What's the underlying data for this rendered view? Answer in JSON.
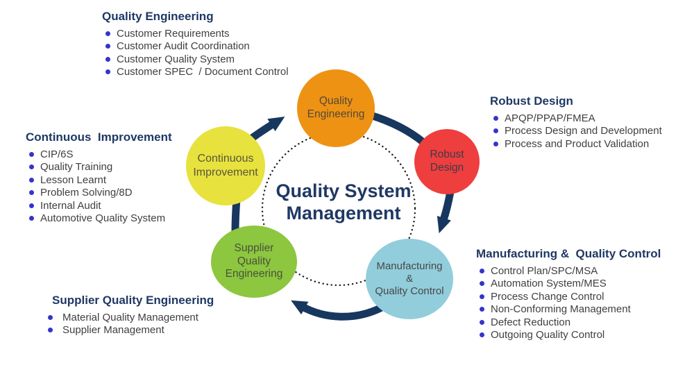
{
  "title": "Quality System\nManagement",
  "colors": {
    "heading_navy": "#1F3864",
    "body_text": "#3F3F3F",
    "bullet_dot": "#3434CB",
    "arrow_navy": "#17375E",
    "ring_dotted": "#1a1a1a"
  },
  "circles": {
    "quality_engineering": {
      "label": "Quality\nEngineering",
      "color": "#EE9213"
    },
    "robust_design": {
      "label": "Robust\nDesign",
      "color": "#EF3E3E"
    },
    "manufacturing_quality_control": {
      "label": "Manufacturing\n&\nQuality Control",
      "color": "#92CDDC"
    },
    "supplier_quality_engineering": {
      "label": "Supplier\nQuality\nEngineering",
      "color": "#8DC63F"
    },
    "continuous_improvement": {
      "label": "Continuous\nImprovement",
      "color": "#E7E23E"
    }
  },
  "sections": {
    "quality_engineering": {
      "heading": "Quality Engineering",
      "items": [
        "Customer Requirements",
        "Customer Audit Coordination",
        "Customer Quality System",
        "Customer SPEC  / Document Control"
      ]
    },
    "robust_design": {
      "heading": "Robust Design",
      "items": [
        "APQP/PPAP/FMEA",
        "Process Design and Development",
        "Process and Product Validation"
      ]
    },
    "continuous_improvement": {
      "heading": "Continuous  Improvement",
      "items": [
        "CIP/6S",
        "Quality Training",
        "Lesson Learnt",
        "Problem Solving/8D",
        "Internal Audit",
        "Automotive Quality System"
      ]
    },
    "supplier_quality_engineering": {
      "heading": "Supplier Quality Engineering",
      "items": [
        "Material Quality Management",
        "Supplier Management"
      ]
    },
    "manufacturing_quality_control": {
      "heading": "Manufacturing &  Quality Control",
      "items": [
        "Control Plan/SPC/MSA",
        "Automation System/MES",
        "Process Change Control",
        "Non-Conforming Management",
        "Defect Reduction",
        "Outgoing Quality Control"
      ]
    }
  }
}
